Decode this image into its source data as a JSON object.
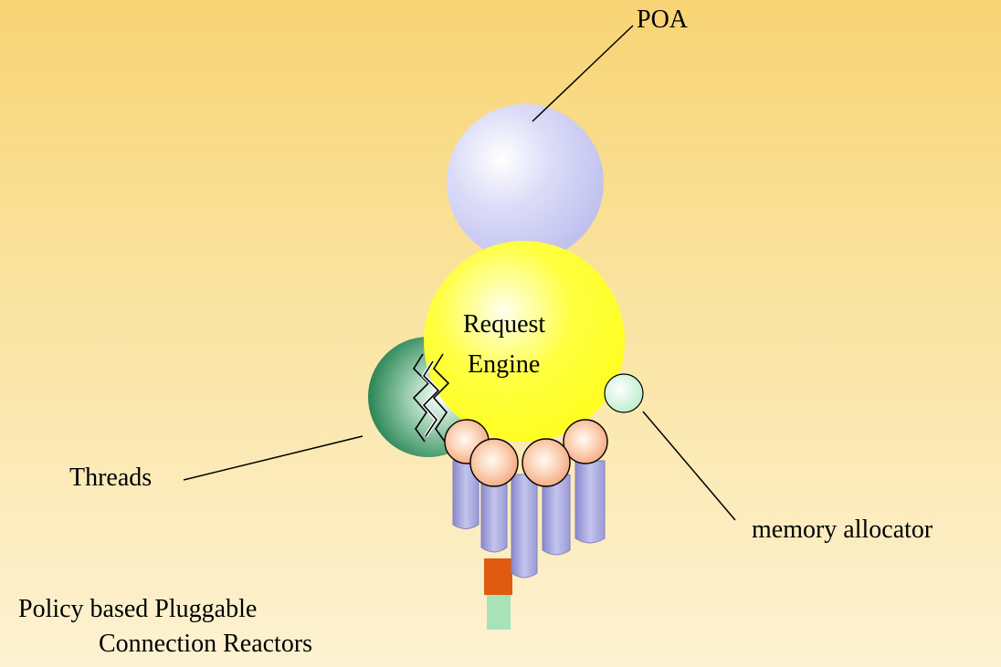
{
  "labels": {
    "poa": "POA",
    "request_engine_line1": "Request",
    "request_engine_line2": "Engine",
    "threads": "Threads",
    "memory_allocator": "memory allocator",
    "connection_line1": "Policy based Pluggable",
    "connection_line2": "Connection Reactors"
  },
  "colors": {
    "poa_sphere": "#c8c8f4",
    "request_engine_sphere": "#ffff2e",
    "threads_sphere": "#2e8a5a",
    "memory_sphere": "#c8f2d8",
    "connector_cylinders": "#a8a8de",
    "connector_caps": "#f8b896",
    "plug_orange": "#e05a10",
    "plug_green": "#a8e2b8"
  }
}
